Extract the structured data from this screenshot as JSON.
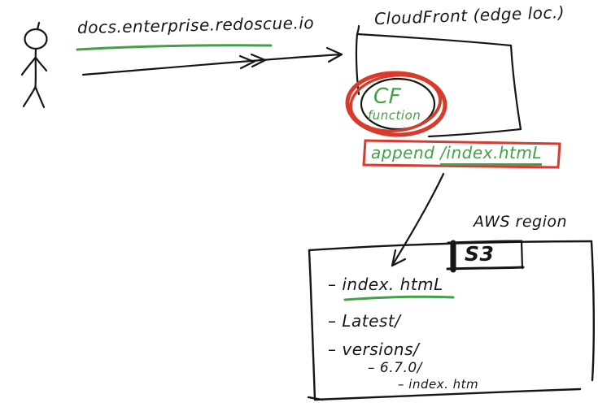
{
  "labels": {
    "domain_url": "docs.enterprise.redoscue.io",
    "cloudfront": "CloudFront (edge loc.)",
    "cf": "CF",
    "cf_function": "function",
    "append_word": "append",
    "append_path": "/index.htmL",
    "aws_region": "AWS region",
    "s3": "S3",
    "dash": "–"
  },
  "s3_listing": {
    "items": [
      {
        "label": "index. htmL"
      },
      {
        "label": "Latest/"
      },
      {
        "label": "versions/"
      },
      {
        "label": "6.7.0/"
      },
      {
        "label": "index. htm"
      }
    ]
  },
  "colors": {
    "ink": "#161616",
    "green": "#43a047",
    "red": "#d93a2b",
    "background": "#ffffff"
  }
}
